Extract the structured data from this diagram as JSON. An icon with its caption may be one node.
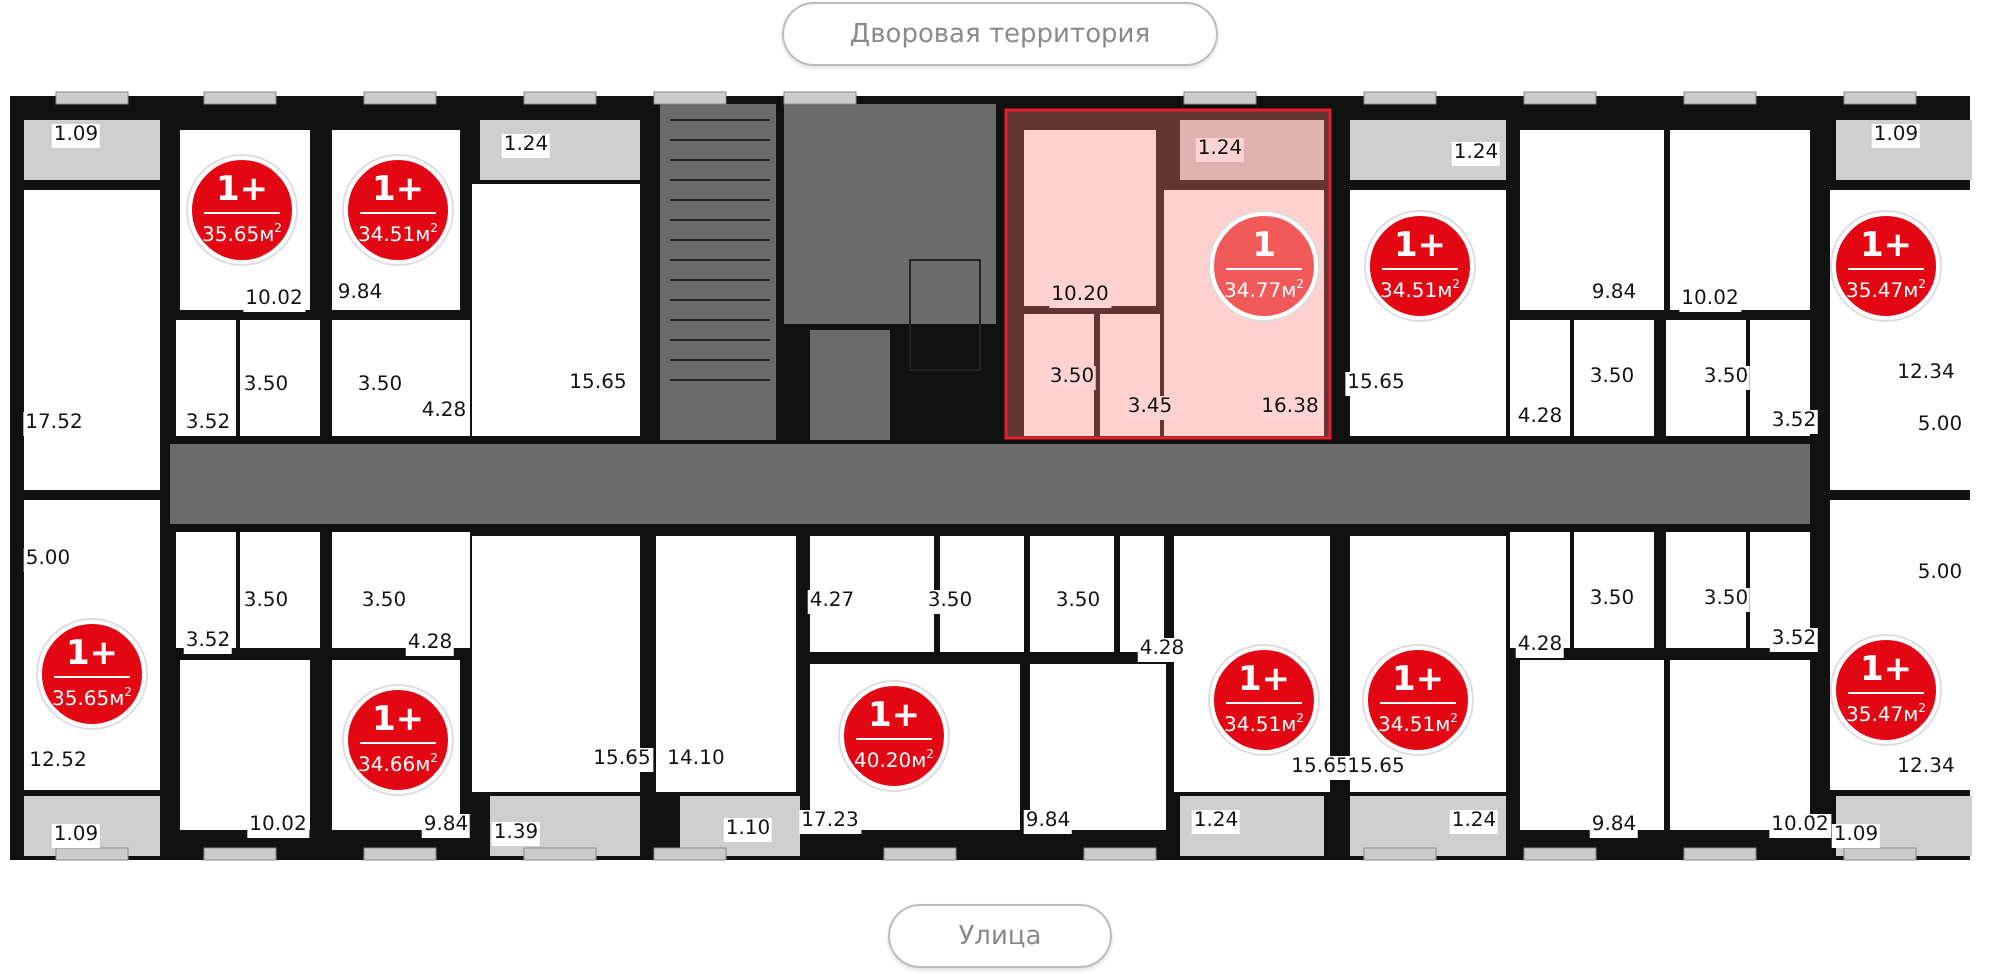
{
  "diagram": {
    "nodes": [
      {
        "text": [
          "Дворовая территория"
        ]
      },
      {
        "text": [
          "1+",
          "35.65м$^{2}$"
        ]
      },
      {
        "text": [
          "1+",
          "34.51м$^{2}$"
        ]
      },
      {
        "text": [
          "1",
          "34.77м$^{2}$"
        ]
      },
      {
        "text": [
          "1+",
          "34.51м$^{2}$"
        ]
      },
      {
        "text": [
          "1+",
          "35.47м$^{2}$"
        ]
      },
      {
        "text": [
          "1+",
          "35.65м$^{2}$"
        ]
      },
      {
        "text": [
          "1+",
          "34.66м$^{2}$"
        ]
      },
      {
        "text": [
          "1+",
          "40.20м$^{2}$"
        ]
      },
      {
        "text": [
          "1+",
          "34.51м$^{2}$"
        ]
      },
      {
        "text": [
          "1+",
          "34.51м$^{2}$"
        ]
      },
      {
        "text": [
          "1+",
          "35.47м$^{2}$"
        ]
      },
      {
        "text": [
          "Улица"
        ]
      }
    ],
    "labels": [
      "1.09",
      "1.24",
      "1.24",
      "1.24",
      "1.09",
      "10.02",
      "9.84",
      "10.20",
      "9.84",
      "10.02",
      "3.50",
      "3.50",
      "15.65",
      "3.50",
      "15.65",
      "3.50",
      "3.50",
      "12.34",
      "17.52",
      "3.52",
      "4.28",
      "3.45",
      "16.38",
      "4.28",
      "3.52",
      "5.00",
      "5.00",
      "5.00",
      "3.50",
      "3.50",
      "4.27",
      "3.50",
      "3.50",
      "3.50",
      "3.50",
      "3.52",
      "4.28",
      "4.28",
      "4.28",
      "3.52",
      "12.52",
      "15.65",
      "14.10",
      "15.65",
      "15.65",
      "12.34",
      "10.02",
      "9.84",
      "17.23",
      "9.84",
      "9.84",
      "10.02",
      "1.09",
      "1.39",
      "1.10",
      "1.24",
      "1.24",
      "1.09"
    ]
  }
}
